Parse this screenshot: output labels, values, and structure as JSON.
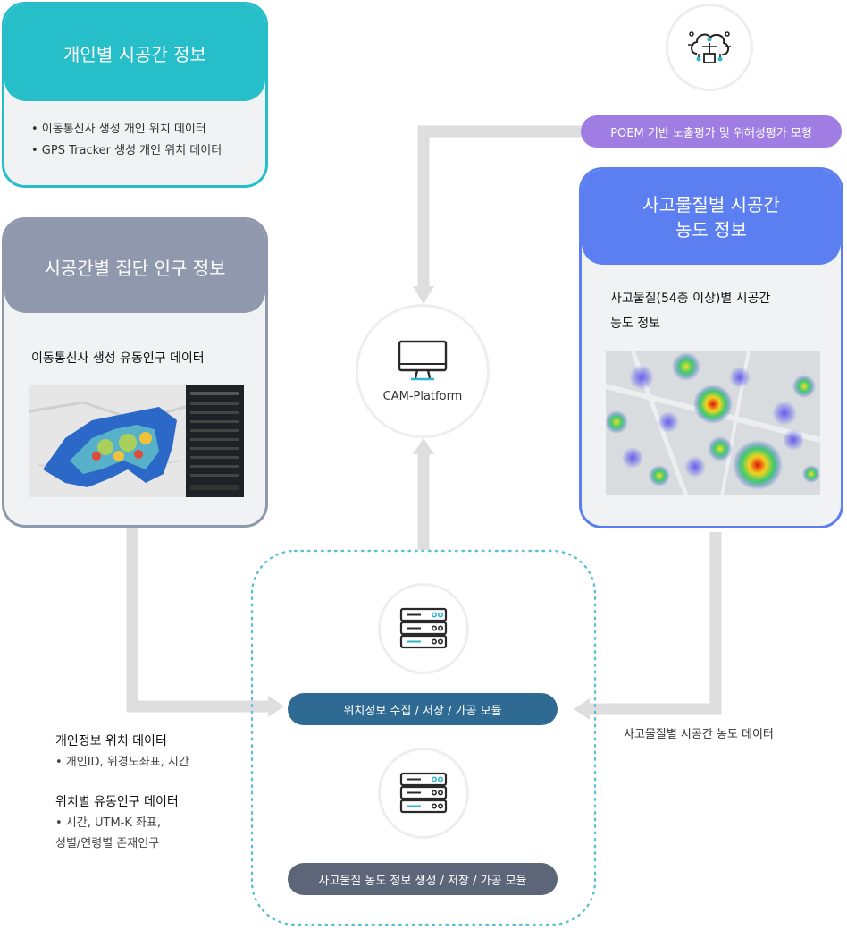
{
  "individual_card": {
    "title": "개인별 시공간 정보",
    "bullets": [
      "• 이동통신사 생성 개인 위치 데이터",
      "• GPS Tracker 생성 개인 위치 데이터"
    ],
    "accent": "#26bfc9"
  },
  "group_card": {
    "title": "시공간별 집단 인구 정보",
    "body": "이동통신사 생성 유동인구 데이터",
    "accent": "#8f98ad"
  },
  "chemical_card": {
    "title_line1": "사고물질별 시공간",
    "title_line2": "농도 정보",
    "body_line1": "사고물질(54층 이상)별 시공간",
    "body_line2": "농도 정보",
    "accent": "#5b7ff0"
  },
  "poem_pill": {
    "label": "POEM 기반 노출평가 및 위해성평가 모형",
    "color": "#9f7de3"
  },
  "platform": {
    "label": "CAM-Platform",
    "icon": "monitor-icon"
  },
  "module_location": {
    "label": "위치정보 수집 / 저장 / 가공 모듈",
    "color": "#2f6a93",
    "icon": "server-icon"
  },
  "module_chemical": {
    "label": "사고물질 농도 정보 생성 / 저장 / 가공 모듈",
    "color": "#5d6678",
    "icon": "server-icon"
  },
  "chemical_data_label": "사고물질별 시공간 농도 데이터",
  "personal_location": {
    "title": "개인정보 위치 데이터",
    "detail": "• 개인ID, 위경도좌표, 시간"
  },
  "floating_population": {
    "title": "위치별 유동인구 데이터",
    "detail_line1": "• 시간, UTM-K 좌표,",
    "detail_line2": "성별/연령별 존재인구"
  },
  "brain_icon": "brain-circuit-icon"
}
